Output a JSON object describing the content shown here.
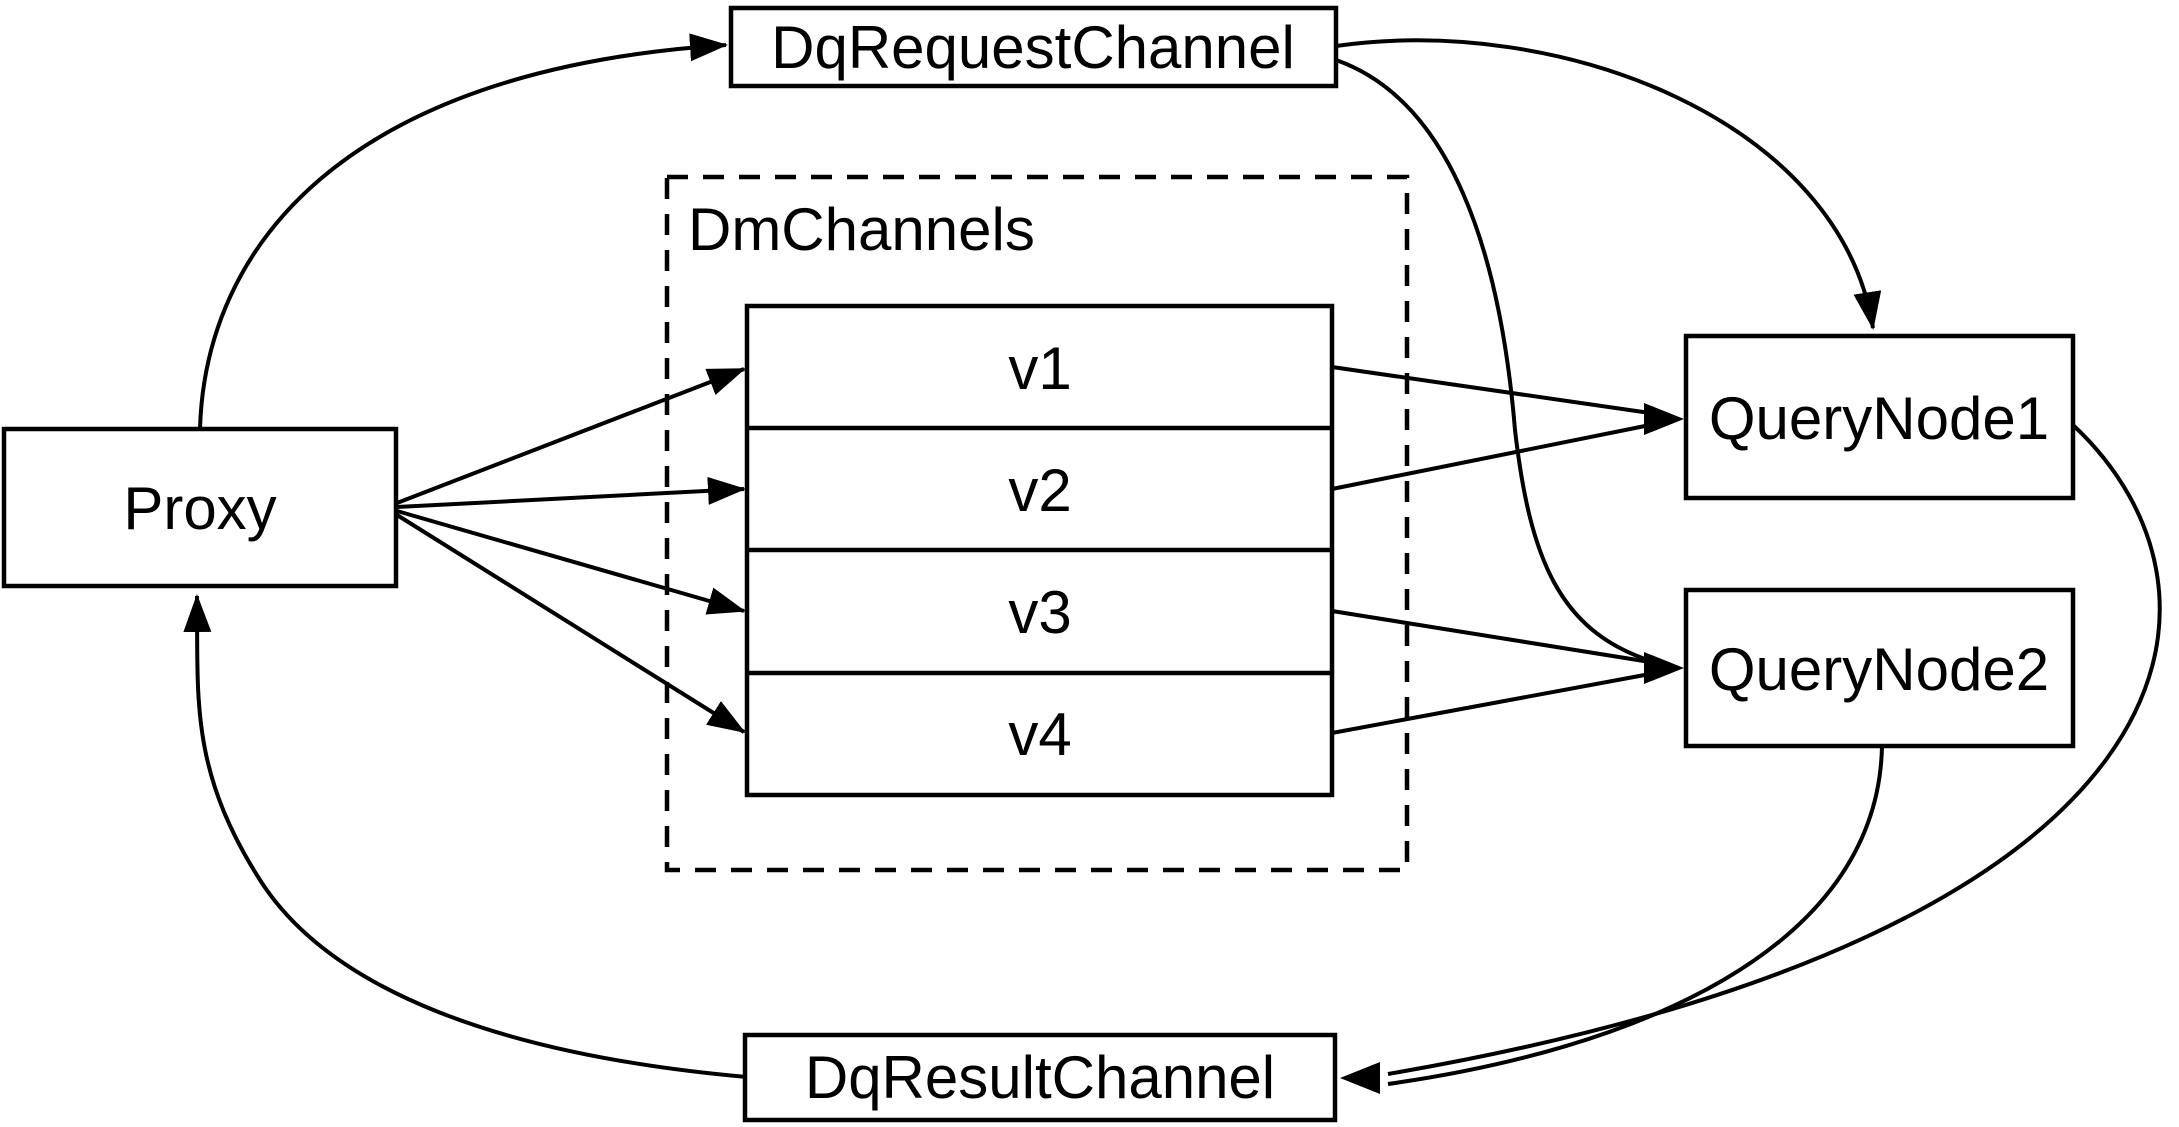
{
  "diagram": {
    "colors": {
      "background": "#ffffff",
      "line": "#000000",
      "box_fill": "#ffffff"
    },
    "nodes": {
      "proxy": {
        "label": "Proxy"
      },
      "dq_request_channel": {
        "label": "DqRequestChannel"
      },
      "dm_channels": {
        "label": "DmChannels",
        "items": [
          "v1",
          "v2",
          "v3",
          "v4"
        ]
      },
      "query_node1": {
        "label": "QueryNode1"
      },
      "query_node2": {
        "label": "QueryNode2"
      },
      "dq_result_channel": {
        "label": "DqResultChannel"
      }
    },
    "edges": [
      {
        "from": "Proxy",
        "to": "DqRequestChannel"
      },
      {
        "from": "Proxy",
        "to": "v1"
      },
      {
        "from": "Proxy",
        "to": "v2"
      },
      {
        "from": "Proxy",
        "to": "v3"
      },
      {
        "from": "Proxy",
        "to": "v4"
      },
      {
        "from": "DqRequestChannel",
        "to": "QueryNode1"
      },
      {
        "from": "DqRequestChannel",
        "to": "QueryNode2"
      },
      {
        "from": "v1",
        "to": "QueryNode1"
      },
      {
        "from": "v2",
        "to": "QueryNode1"
      },
      {
        "from": "v3",
        "to": "QueryNode2"
      },
      {
        "from": "v4",
        "to": "QueryNode2"
      },
      {
        "from": "QueryNode1",
        "to": "DqResultChannel"
      },
      {
        "from": "QueryNode2",
        "to": "DqResultChannel"
      },
      {
        "from": "DqResultChannel",
        "to": "Proxy"
      }
    ]
  }
}
